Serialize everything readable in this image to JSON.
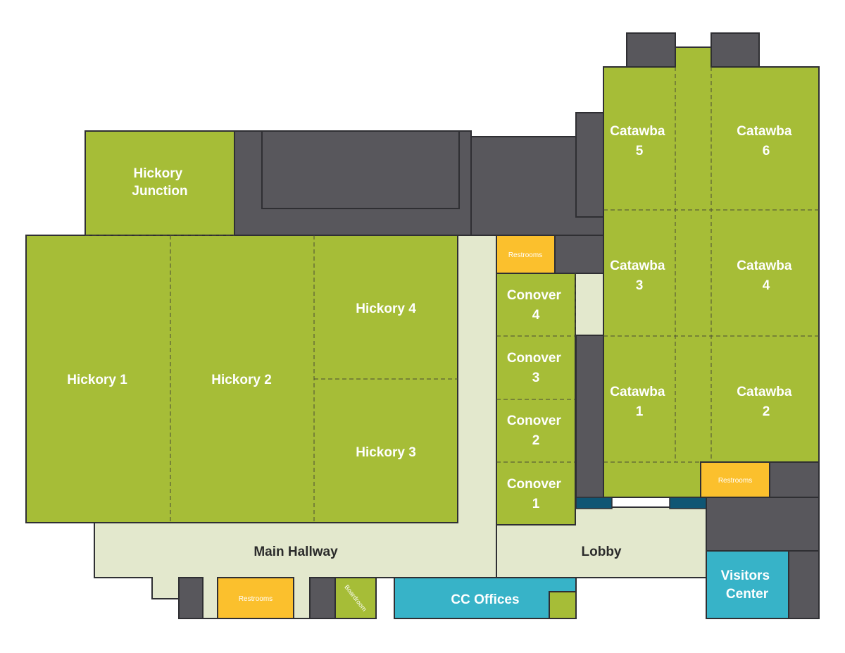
{
  "colors": {
    "room": "#a6bd37",
    "hallway": "#e3e8cd",
    "service": "#58575c",
    "restrooms": "#fbc02d",
    "offices": "#37b3c8",
    "doors": "#0f5674",
    "outline": "#2f2f33"
  },
  "rooms": {
    "hickory_junction": [
      "Hickory",
      "Junction"
    ],
    "hickory_1": "Hickory 1",
    "hickory_2": "Hickory 2",
    "hickory_3": "Hickory 3",
    "hickory_4": "Hickory 4",
    "conover_4": [
      "Conover",
      "4"
    ],
    "conover_3": [
      "Conover",
      "3"
    ],
    "conover_2": [
      "Conover",
      "2"
    ],
    "conover_1": [
      "Conover",
      "1"
    ],
    "catawba_5": [
      "Catawba",
      "5"
    ],
    "catawba_6": [
      "Catawba",
      "6"
    ],
    "catawba_3": [
      "Catawba",
      "3"
    ],
    "catawba_4": [
      "Catawba",
      "4"
    ],
    "catawba_1": [
      "Catawba",
      "1"
    ],
    "catawba_2": [
      "Catawba",
      "2"
    ]
  },
  "areas": {
    "main_hallway": "Main Hallway",
    "lobby": "Lobby",
    "cc_offices": "CC Offices",
    "visitors_center": [
      "Visitors",
      "Center"
    ],
    "boardroom": "Boardroom",
    "restrooms_center": "Restrooms",
    "restrooms_east": "Restrooms",
    "restrooms_south": "Restrooms"
  }
}
